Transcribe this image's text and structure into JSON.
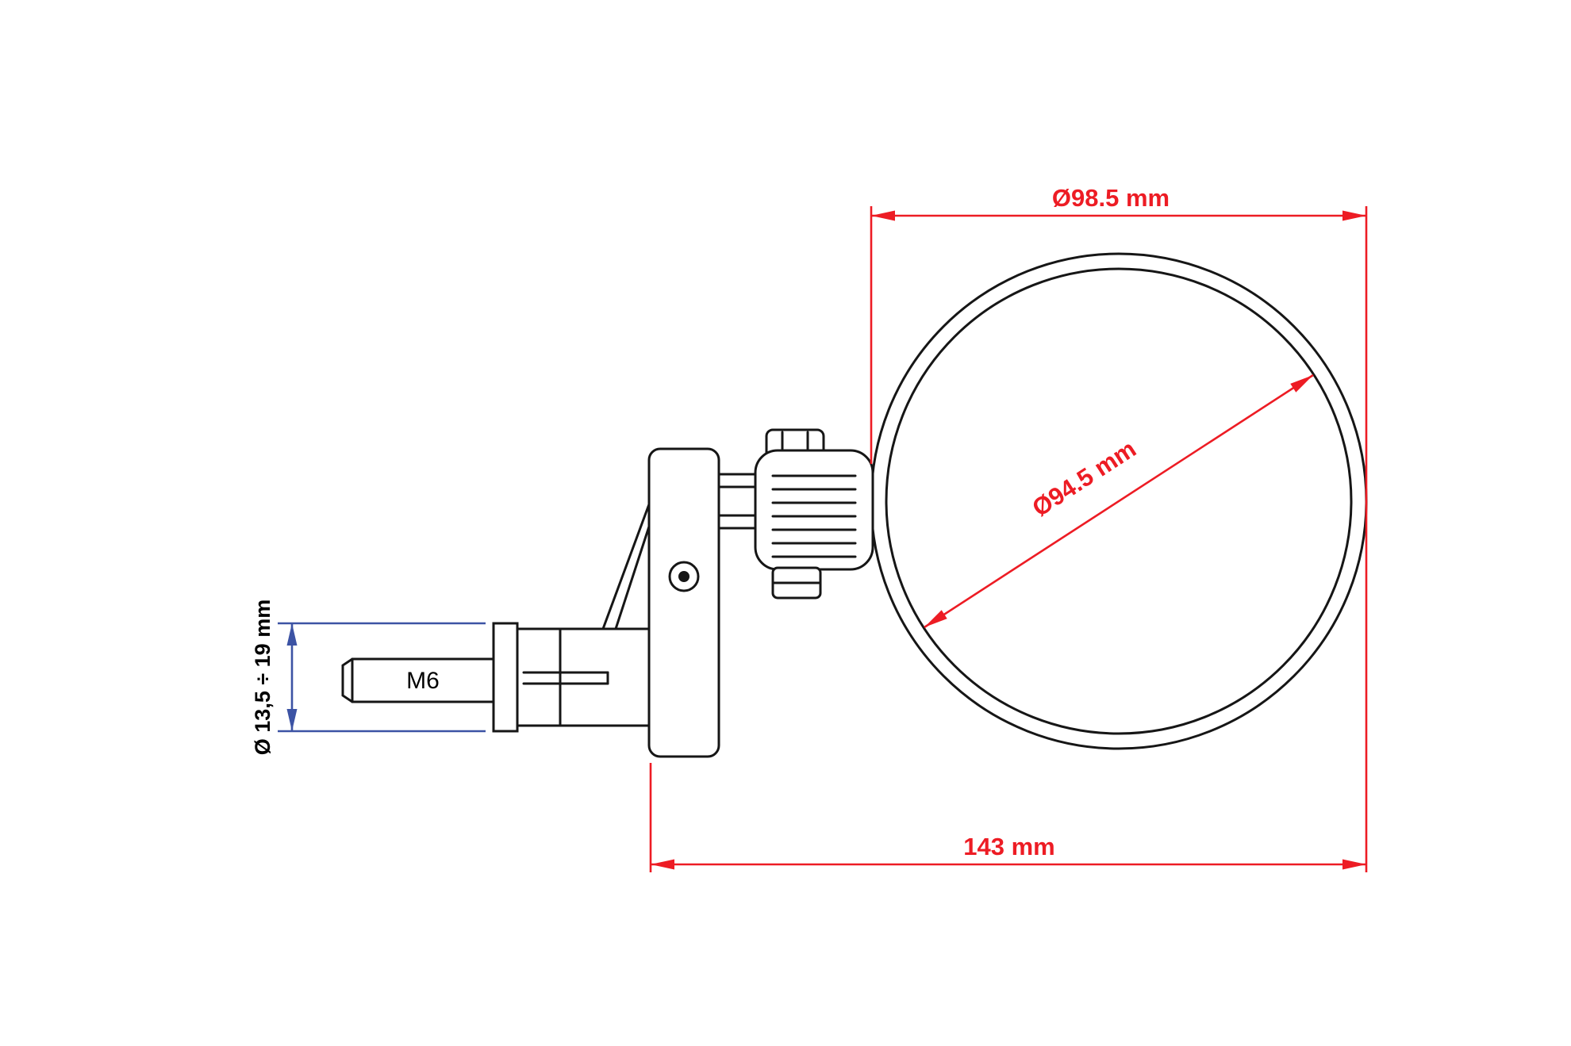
{
  "diagram": {
    "type": "technical-drawing",
    "subject": "bar-end mirror side view with dimensions",
    "labels": {
      "thread": "M6"
    },
    "dimensions": {
      "outer_diameter": {
        "label": "Ø98.5 mm",
        "color": "red",
        "orientation": "horizontal-top"
      },
      "glass_diameter": {
        "label": "Ø94.5 mm",
        "color": "red",
        "orientation": "diagonal"
      },
      "total_length": {
        "label": "143 mm",
        "color": "red",
        "orientation": "horizontal-bottom"
      },
      "stem_diameter": {
        "label": "Ø 13,5 ÷ 19 mm",
        "color": "blue",
        "orientation": "vertical-left"
      }
    },
    "colors": {
      "dimension_red": "#ed1c24",
      "dimension_blue": "#3c53a4",
      "line_black": "#161616",
      "background": "#ffffff"
    }
  }
}
